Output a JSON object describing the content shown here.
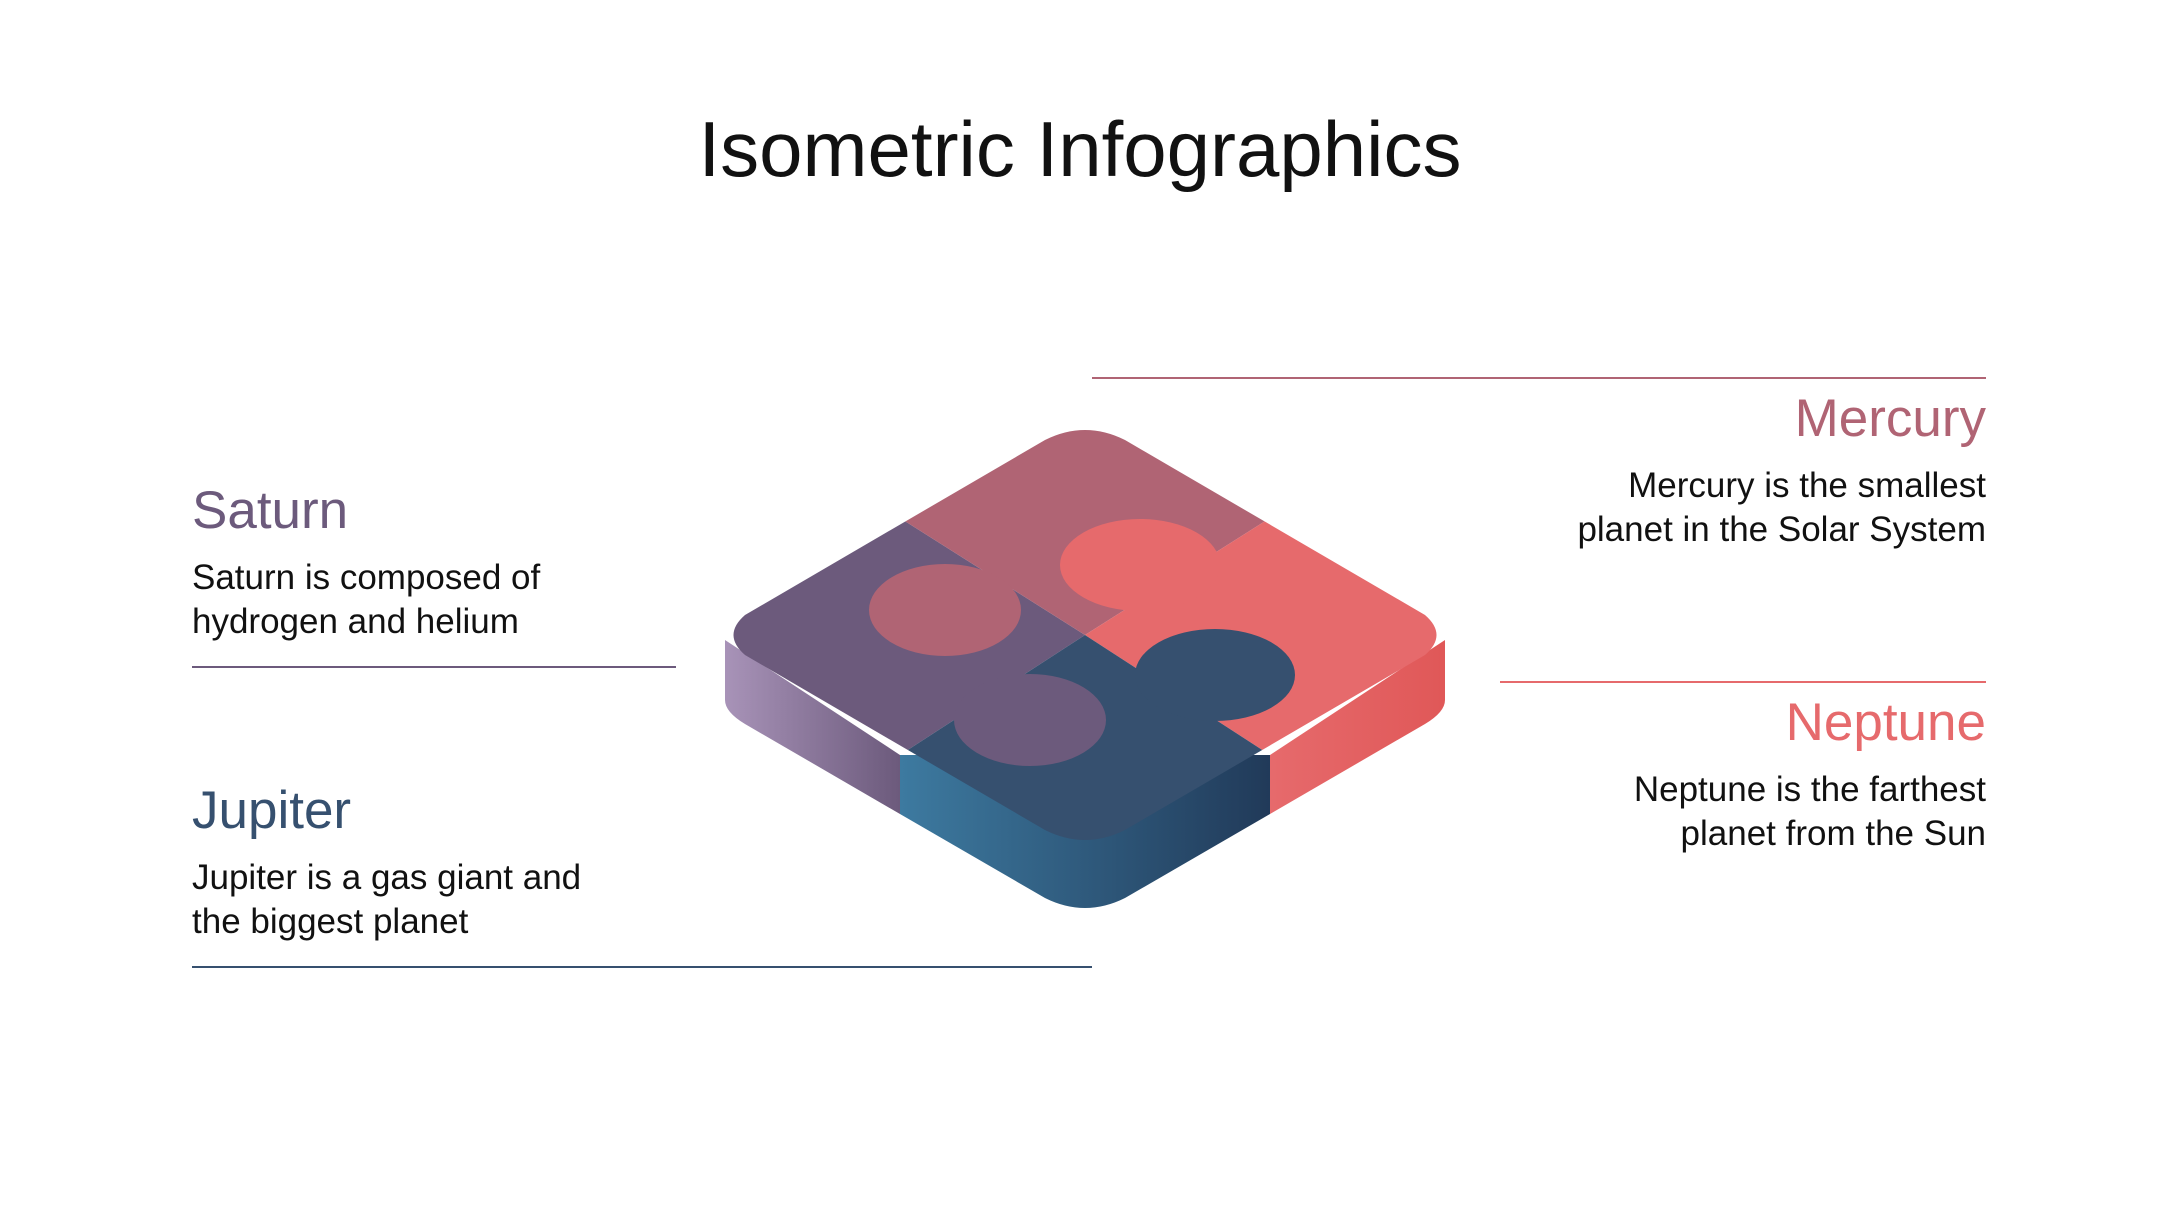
{
  "title": "Isometric Infographics",
  "items": [
    {
      "name": "Saturn",
      "text": "Saturn is composed of\nhydrogen and helium",
      "color": "#6c5a7c"
    },
    {
      "name": "Jupiter",
      "text": "Jupiter is a gas giant and\nthe biggest planet",
      "color": "#36506f"
    },
    {
      "name": "Mercury",
      "text": "Mercury is the smallest\nplanet in the Solar System",
      "color": "#b06474"
    },
    {
      "name": "Neptune",
      "text": "Neptune is the farthest\nplanet from the Sun",
      "color": "#e66a6c"
    }
  ]
}
